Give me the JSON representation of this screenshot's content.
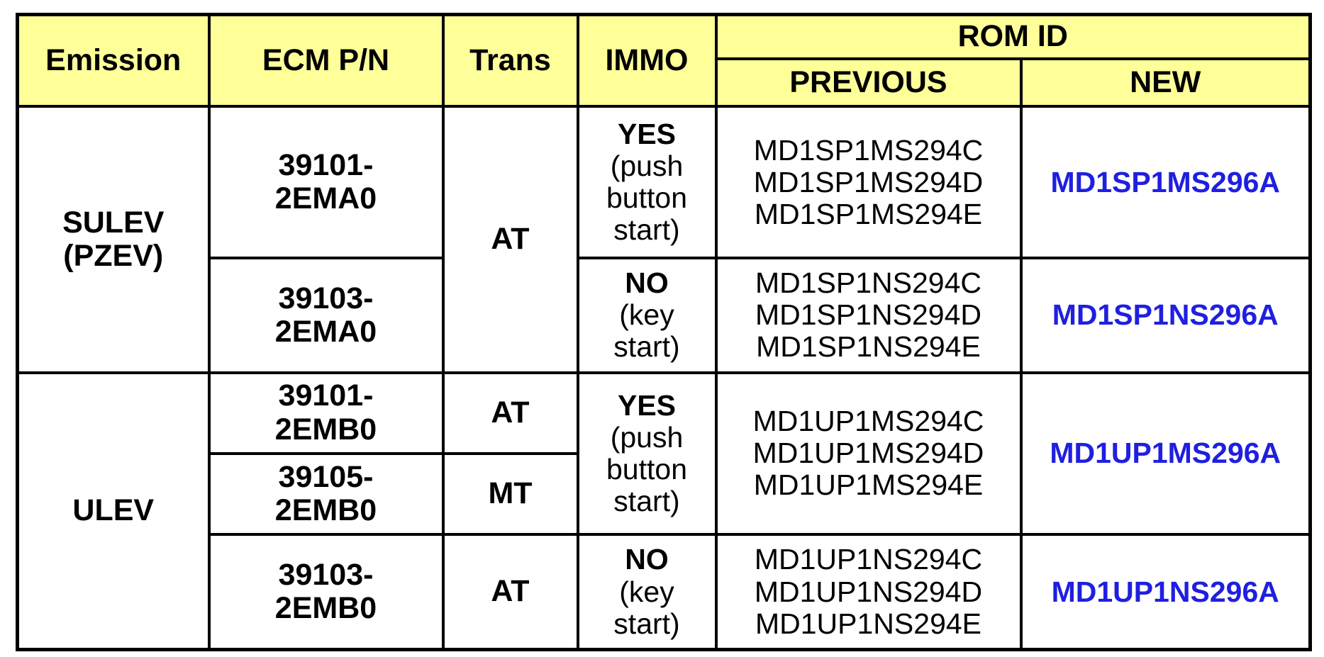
{
  "colors": {
    "header_bg": "#ffff99",
    "new_rom_text": "#1f1fe0",
    "border": "#000000"
  },
  "headers": {
    "emission": "Emission",
    "ecm_pn": "ECM P/N",
    "trans": "Trans",
    "immo": "IMMO",
    "rom_id": "ROM ID",
    "previous": "PREVIOUS",
    "new": "NEW"
  },
  "emission_groups": [
    {
      "line1": "SULEV",
      "line2": "(PZEV)"
    },
    {
      "line1": "ULEV",
      "line2": ""
    }
  ],
  "ecm": [
    {
      "line1": "39101-",
      "line2": "2EMA0"
    },
    {
      "line1": "39103-",
      "line2": "2EMA0"
    },
    {
      "line1": "39101-",
      "line2": "2EMB0"
    },
    {
      "line1": "39105-",
      "line2": "2EMB0"
    },
    {
      "line1": "39103-",
      "line2": "2EMB0"
    }
  ],
  "trans": [
    "AT",
    "AT",
    "MT",
    "AT"
  ],
  "immo": [
    {
      "main": "YES",
      "sub1": "(push",
      "sub2": "button",
      "sub3": "start)"
    },
    {
      "main": "NO",
      "sub1": "(key",
      "sub2": "start)",
      "sub3": ""
    },
    {
      "main": "YES",
      "sub1": "(push",
      "sub2": "button",
      "sub3": "start)"
    },
    {
      "main": "NO",
      "sub1": "(key",
      "sub2": "start)",
      "sub3": ""
    }
  ],
  "rom": [
    {
      "previous": [
        "MD1SP1MS294C",
        "MD1SP1MS294D",
        "MD1SP1MS294E"
      ],
      "new": "MD1SP1MS296A"
    },
    {
      "previous": [
        "MD1SP1NS294C",
        "MD1SP1NS294D",
        "MD1SP1NS294E"
      ],
      "new": "MD1SP1NS296A"
    },
    {
      "previous": [
        "MD1UP1MS294C",
        "MD1UP1MS294D",
        "MD1UP1MS294E"
      ],
      "new": "MD1UP1MS296A"
    },
    {
      "previous": [
        "MD1UP1NS294C",
        "MD1UP1NS294D",
        "MD1UP1NS294E"
      ],
      "new": "MD1UP1NS296A"
    }
  ]
}
